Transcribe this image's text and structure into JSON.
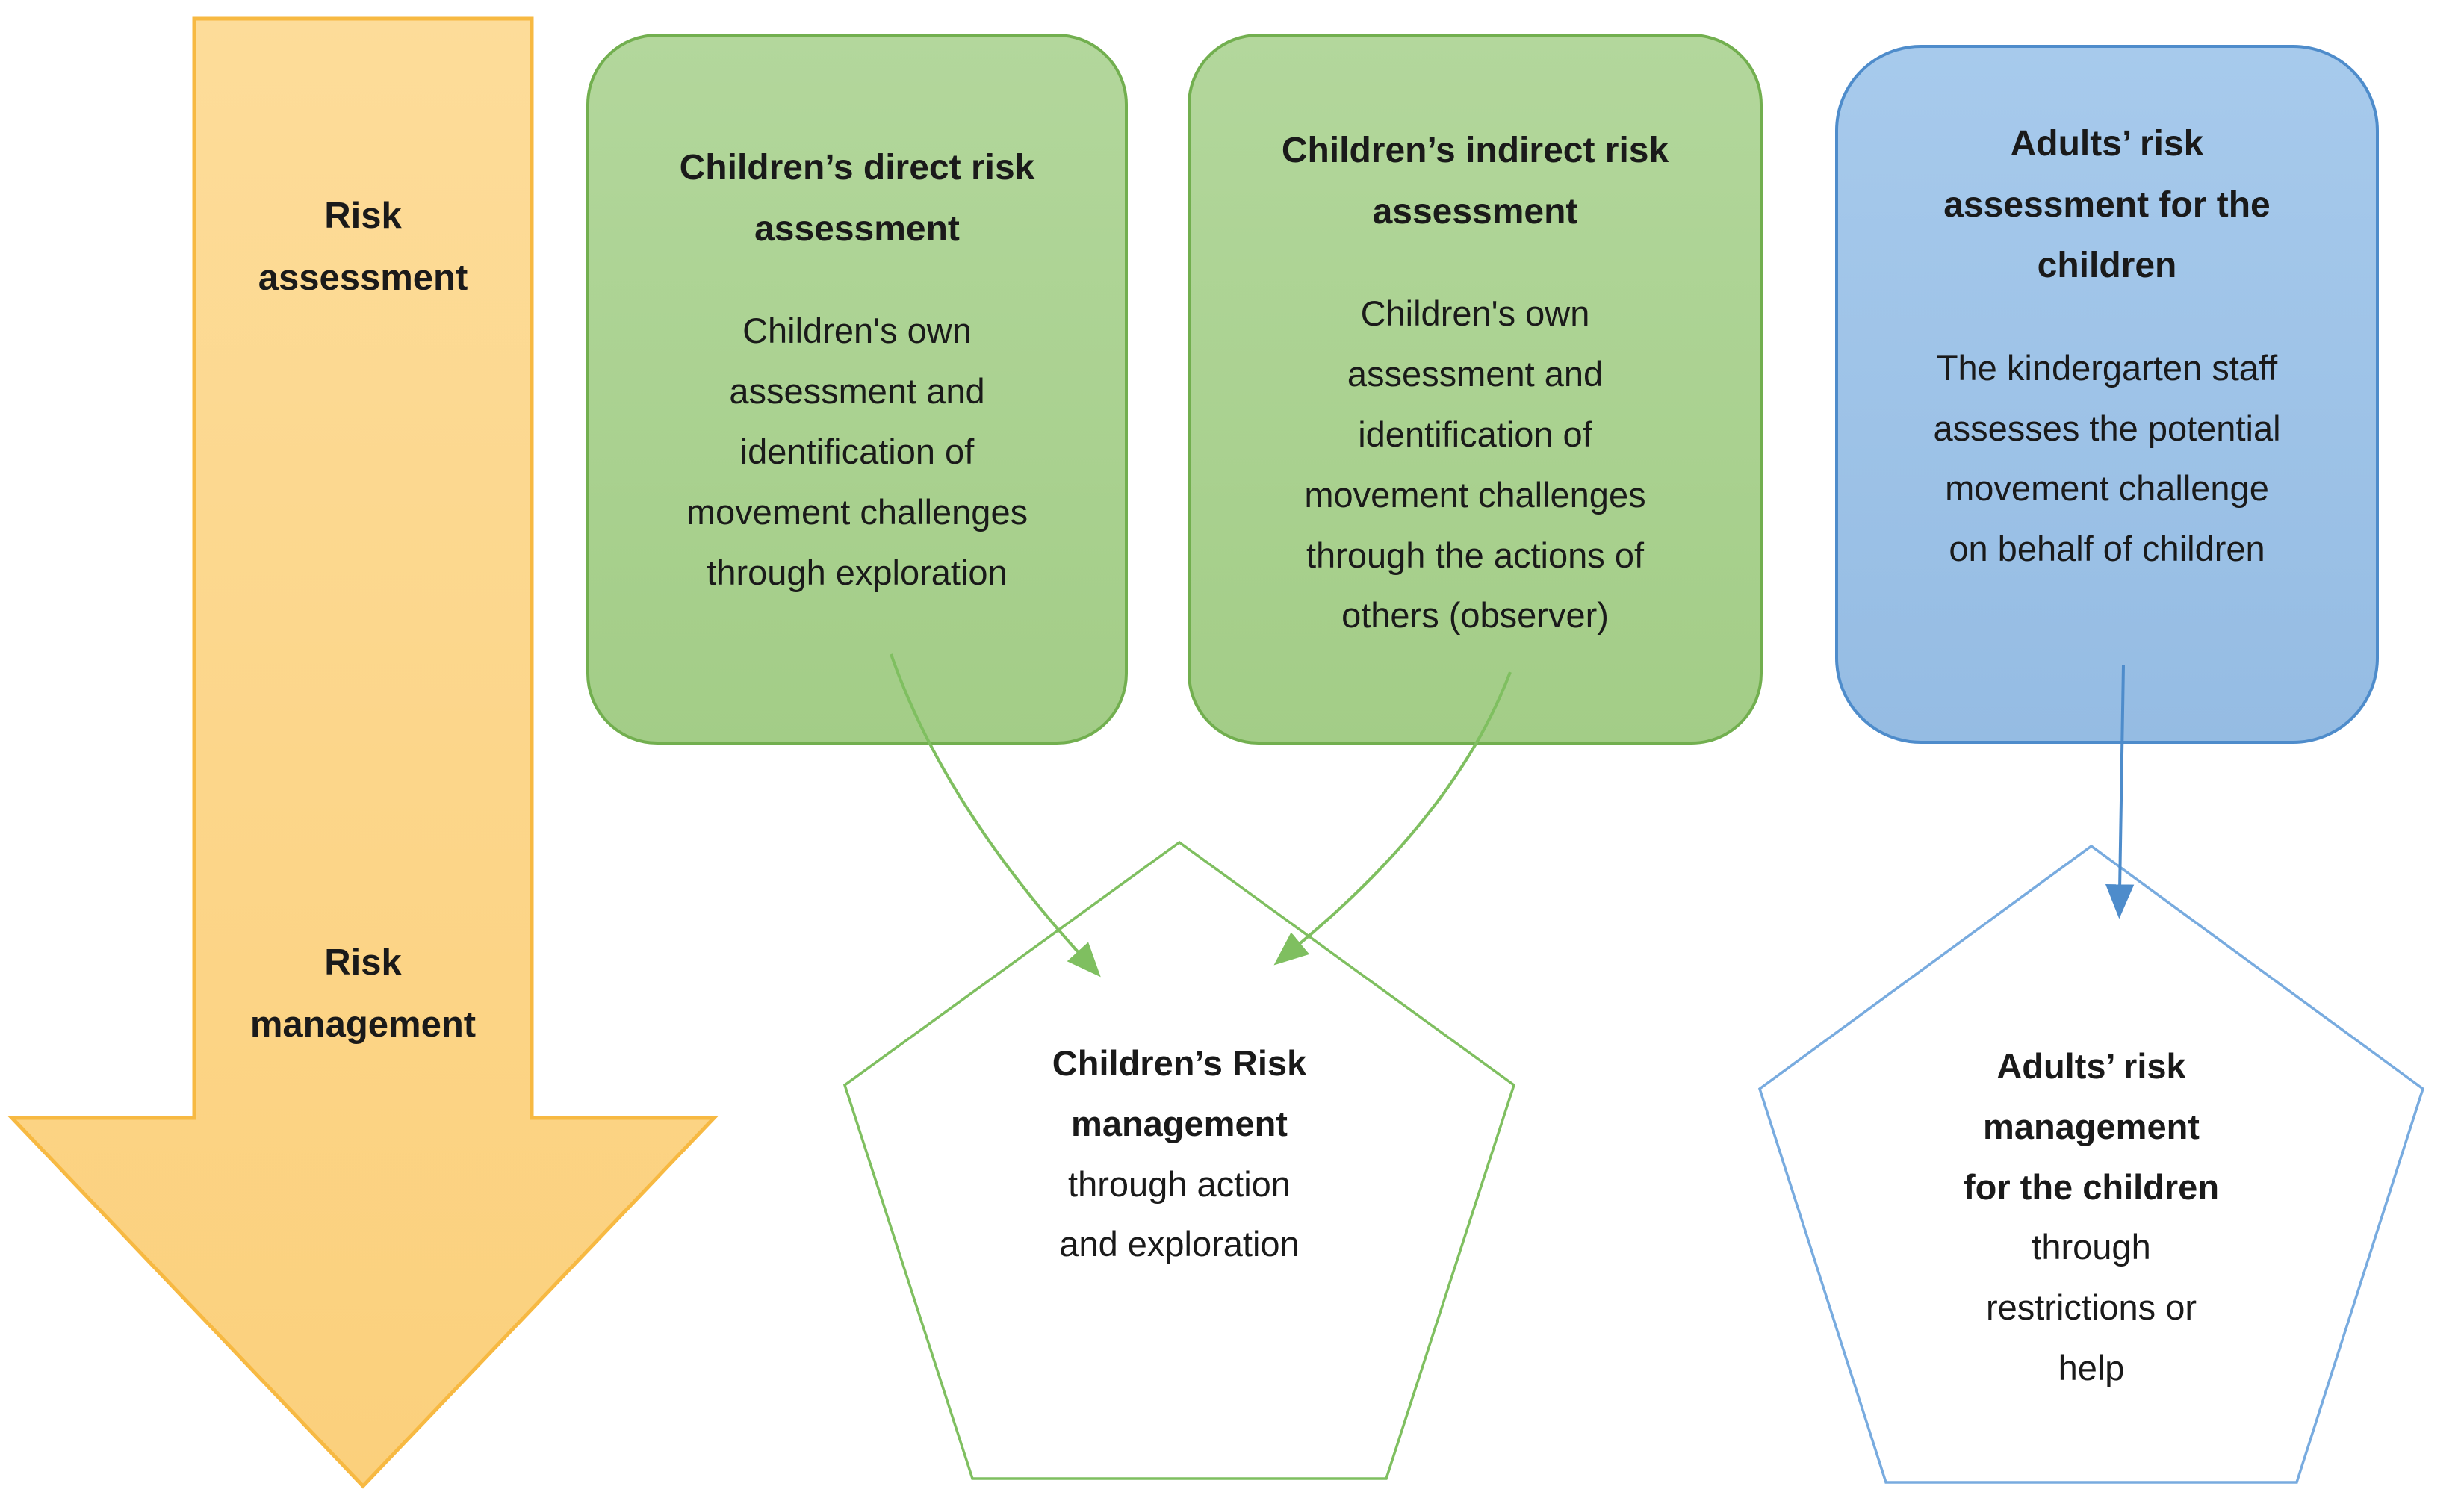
{
  "colors": {
    "background": "#ffffff",
    "text": "#1a1a1a",
    "arrow_fill_top": "#FDDC99",
    "arrow_fill_bottom": "#FBD07C",
    "arrow_border": "#F7B942",
    "green_fill_top": "#B3D79C",
    "green_fill_bottom": "#A3CD87",
    "green_border": "#72AF4F",
    "green_connector": "#7FBF60",
    "blue_fill_top": "#A7CAEC",
    "blue_fill_bottom": "#95BCE3",
    "blue_border": "#4E8CCB",
    "blue_connector": "#4E8CCB",
    "blue_pentagon_outline": "#78ABDF"
  },
  "process_arrow": {
    "top_label_lines": [
      "Risk",
      "assessment"
    ],
    "bottom_label_lines": [
      "Risk",
      "management"
    ]
  },
  "boxes": [
    {
      "title_lines": [
        "Children’s direct risk",
        "assessment"
      ],
      "body_lines": [
        "Children's own",
        "assessment and",
        "identification of",
        "movement challenges",
        "through exploration"
      ]
    },
    {
      "title_lines": [
        "Children’s indirect risk",
        "assessment"
      ],
      "body_lines": [
        "Children's own",
        "assessment and",
        "identification of",
        "movement challenges",
        "through the actions of",
        "others (observer)"
      ]
    },
    {
      "title_lines": [
        "Adults’ risk",
        "assessment for the",
        "children"
      ],
      "body_lines": [
        "The kindergarten staff",
        "assesses the potential",
        "movement challenge",
        "on behalf of children"
      ]
    }
  ],
  "pentagons": [
    {
      "bold_lines": [
        "Children’s Risk",
        "management"
      ],
      "regular_lines": [
        "through action",
        "and exploration"
      ]
    },
    {
      "bold_lines": [
        "Adults’ risk",
        "management",
        "for the children"
      ],
      "regular_lines": [
        "through",
        "restrictions or",
        "help"
      ]
    }
  ]
}
